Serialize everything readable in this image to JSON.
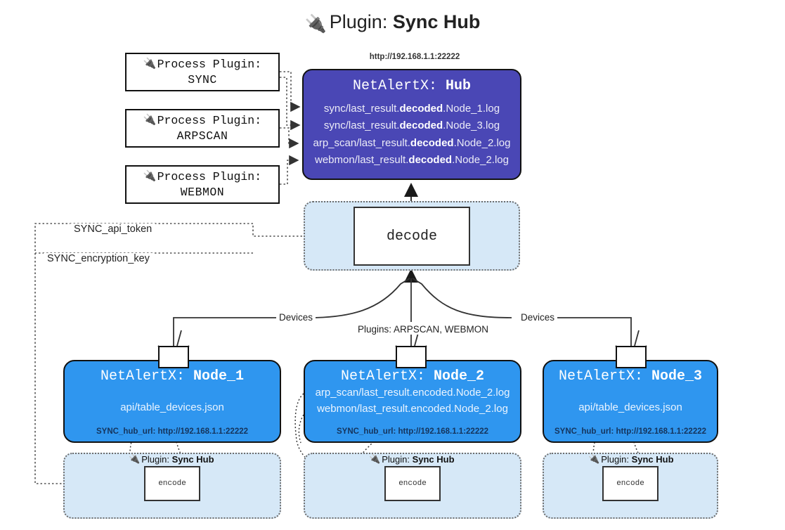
{
  "title": {
    "icon": "plug-icon",
    "prefix": "Plugin:",
    "name": "Sync Hub"
  },
  "process_plugins": [
    {
      "icon": "plug-icon",
      "line1": "Process Plugin:",
      "line2": "SYNC"
    },
    {
      "icon": "plug-icon",
      "line1": "Process Plugin:",
      "line2": "ARPSCAN"
    },
    {
      "icon": "plug-icon",
      "line1": "Process Plugin:",
      "line2": "WEBMON"
    }
  ],
  "hub": {
    "url": "http://192.168.1.1:22222",
    "title_prefix": "NetAlertX:",
    "title_name": "Hub",
    "logs": [
      {
        "pre": "sync/last_result.",
        "em": "decoded",
        "post": ".Node_1.log"
      },
      {
        "pre": "sync/last_result.",
        "em": "decoded",
        "post": ".Node_3.log"
      },
      {
        "pre": "arp_scan/last_result.",
        "em": "decoded",
        "post": ".Node_2.log"
      },
      {
        "pre": "webmon/last_result.",
        "em": "decoded",
        "post": ".Node_2.log"
      }
    ]
  },
  "decode": {
    "label": "decode"
  },
  "keys": {
    "api_token": "SYNC_api_token",
    "encryption_key": "SYNC_encryption_key"
  },
  "edge_labels": {
    "devices_left": "Devices",
    "devices_right": "Devices",
    "plugins_center": "Plugins: ARPSCAN, WEBMON"
  },
  "nodes": [
    {
      "title_prefix": "NetAlertX:",
      "title_name": "Node_1",
      "lines": [
        "api/table_devices.json"
      ],
      "footer": "SYNC_hub_url: http://192.168.1.1:22222",
      "envelope_icon": "envelope-icon"
    },
    {
      "title_prefix": "NetAlertX:",
      "title_name": "Node_2",
      "lines": [
        "arp_scan/last_result.encoded.Node_2.log",
        "webmon/last_result.encoded.Node_2.log"
      ],
      "footer": "SYNC_hub_url: http://192.168.1.1:22222",
      "envelope_icon": "envelope-icon"
    },
    {
      "title_prefix": "NetAlertX:",
      "title_name": "Node_3",
      "lines": [
        "api/table_devices.json"
      ],
      "footer": "SYNC_hub_url: http://192.168.1.1:22222",
      "envelope_icon": "envelope-icon"
    }
  ],
  "encode_zones": [
    {
      "icon": "plug-icon",
      "label_prefix": "Plugin:",
      "label_name": "Sync Hub",
      "box": "encode"
    },
    {
      "icon": "plug-icon",
      "label_prefix": "Plugin:",
      "label_name": "Sync Hub",
      "box": "encode"
    },
    {
      "icon": "plug-icon",
      "label_prefix": "Plugin:",
      "label_name": "Sync Hub",
      "box": "encode"
    }
  ],
  "colors": {
    "hub_fill": "#4a47b5",
    "node_fill": "#2f96ef",
    "zone_fill": "#d6e8f7",
    "stroke": "#111111",
    "background": "#ffffff"
  }
}
